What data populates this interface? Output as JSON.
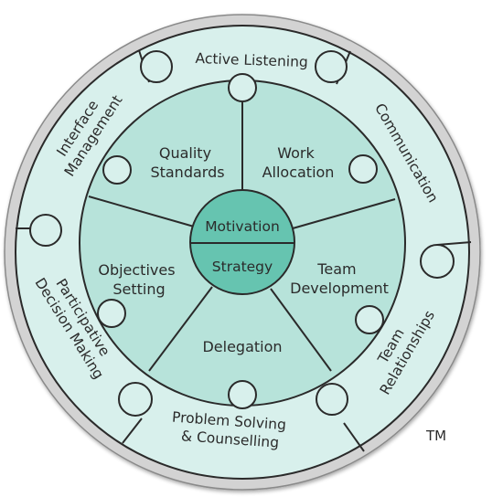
{
  "hub": {
    "top": "Motivation",
    "bottom": "Strategy"
  },
  "inner_segments": [
    {
      "lines": [
        "Quality",
        "Standards"
      ]
    },
    {
      "lines": [
        "Work",
        "Allocation"
      ]
    },
    {
      "lines": [
        "Team",
        "Development"
      ]
    },
    {
      "lines": [
        "Delegation"
      ]
    },
    {
      "lines": [
        "Objectives",
        "Setting"
      ]
    }
  ],
  "outer_pieces": [
    {
      "lines": [
        "Active Listening"
      ]
    },
    {
      "lines": [
        "Communication"
      ]
    },
    {
      "lines": [
        "Team",
        "Relationships"
      ]
    },
    {
      "lines": [
        "Problem Solving",
        "& Counselling"
      ]
    },
    {
      "lines": [
        "Participative",
        "Decision Making"
      ]
    },
    {
      "lines": [
        "Interface",
        "Management"
      ]
    }
  ],
  "trademark": "TM",
  "colors": {
    "outer_rim": "#d3d3d3",
    "puzzle_ring": "#d8f0ec",
    "inner_disc": "#b7e3da",
    "hub": "#66c4b0",
    "stroke": "#2a2a2a"
  }
}
